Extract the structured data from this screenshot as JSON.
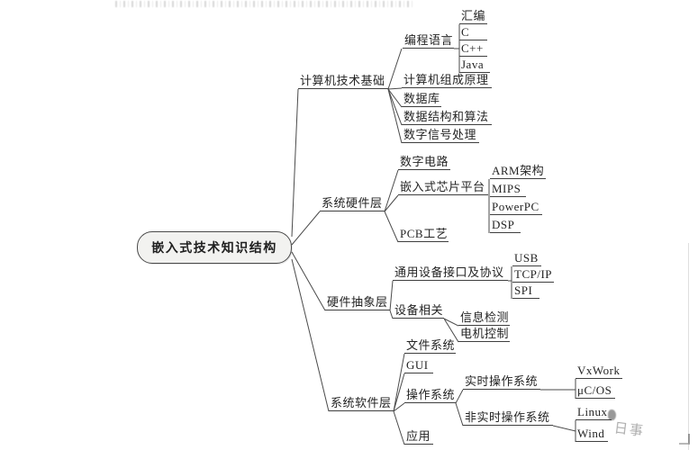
{
  "page": {
    "watermark": "日事"
  },
  "mindmap": {
    "root": "嵌入式技术知识结构",
    "branches": [
      {
        "label": "计算机技术基础",
        "children": [
          {
            "label": "编程语言",
            "children": [
              {
                "label": "汇编"
              },
              {
                "label": "C"
              },
              {
                "label": "C++"
              },
              {
                "label": "Java"
              }
            ]
          },
          {
            "label": "计算机组成原理"
          },
          {
            "label": "数据库"
          },
          {
            "label": "数据结构和算法"
          },
          {
            "label": "数字信号处理"
          }
        ]
      },
      {
        "label": "系统硬件层",
        "children": [
          {
            "label": "数字电路"
          },
          {
            "label": "嵌入式芯片平台",
            "children": [
              {
                "label": "ARM架构"
              },
              {
                "label": "MIPS"
              },
              {
                "label": "PowerPC"
              },
              {
                "label": "DSP"
              }
            ]
          },
          {
            "label": "PCB工艺"
          }
        ]
      },
      {
        "label": "硬件抽象层",
        "children": [
          {
            "label": "通用设备接口及协议",
            "children": [
              {
                "label": "USB"
              },
              {
                "label": "TCP/IP"
              },
              {
                "label": "SPI"
              }
            ]
          },
          {
            "label": "设备相关",
            "children": [
              {
                "label": "信息检测"
              },
              {
                "label": "电机控制"
              }
            ]
          }
        ]
      },
      {
        "label": "系统软件层",
        "children": [
          {
            "label": "文件系统"
          },
          {
            "label": "GUI"
          },
          {
            "label": "操作系统",
            "children": [
              {
                "label": "实时操作系统",
                "children": [
                  {
                    "label": "VxWork"
                  },
                  {
                    "label": "μC/OS"
                  }
                ]
              },
              {
                "label": "非实时操作系统",
                "children": [
                  {
                    "label": "Linux"
                  },
                  {
                    "label": "Wind"
                  }
                ]
              }
            ]
          },
          {
            "label": "应用"
          }
        ]
      }
    ]
  }
}
